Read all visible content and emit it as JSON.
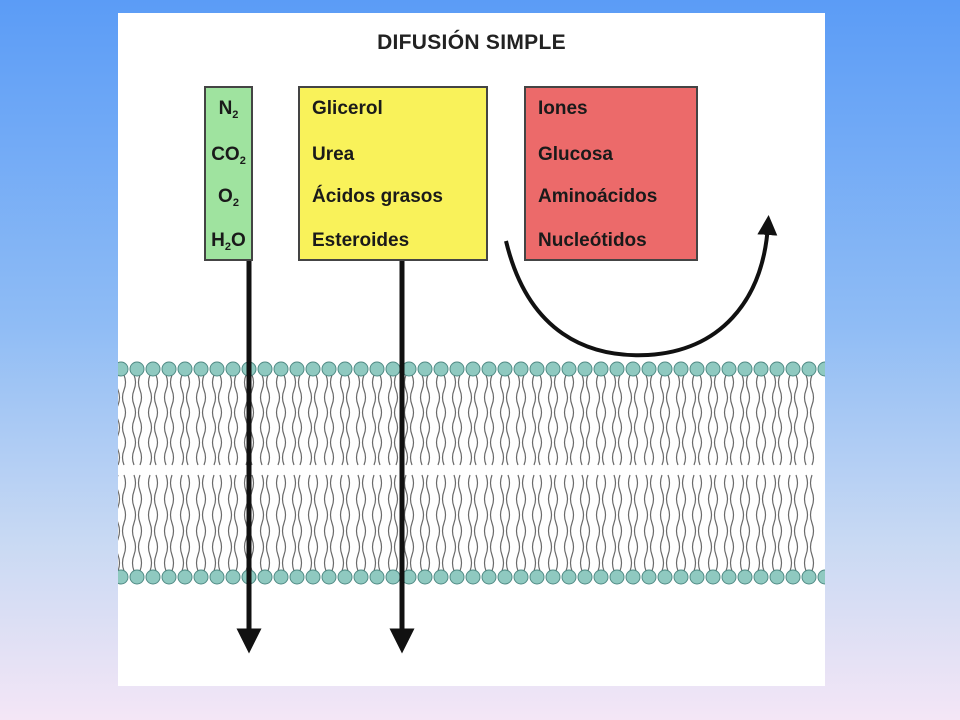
{
  "title": "DIFUSIÓN SIMPLE",
  "groups": {
    "gases": {
      "color": "#9fe39f",
      "items": [
        {
          "base": "N",
          "sub": "2",
          "tail": ""
        },
        {
          "base": "CO",
          "sub": "2",
          "tail": ""
        },
        {
          "base": "O",
          "sub": "2",
          "tail": ""
        },
        {
          "base": "H",
          "sub": "2",
          "tail": "O"
        }
      ]
    },
    "permeable": {
      "color": "#f9f25a",
      "items": [
        "Glicerol",
        "Urea",
        "Ácidos grasos",
        "Esteroides"
      ]
    },
    "impermeable": {
      "color": "#ec6a6a",
      "items": [
        "Iones",
        "Glucosa",
        "Aminoácidos",
        "Nucleótidos"
      ]
    }
  },
  "colors": {
    "background_top": "#5b9cf6",
    "membrane_head": "#8fc9c0",
    "arrow": "#111111"
  }
}
